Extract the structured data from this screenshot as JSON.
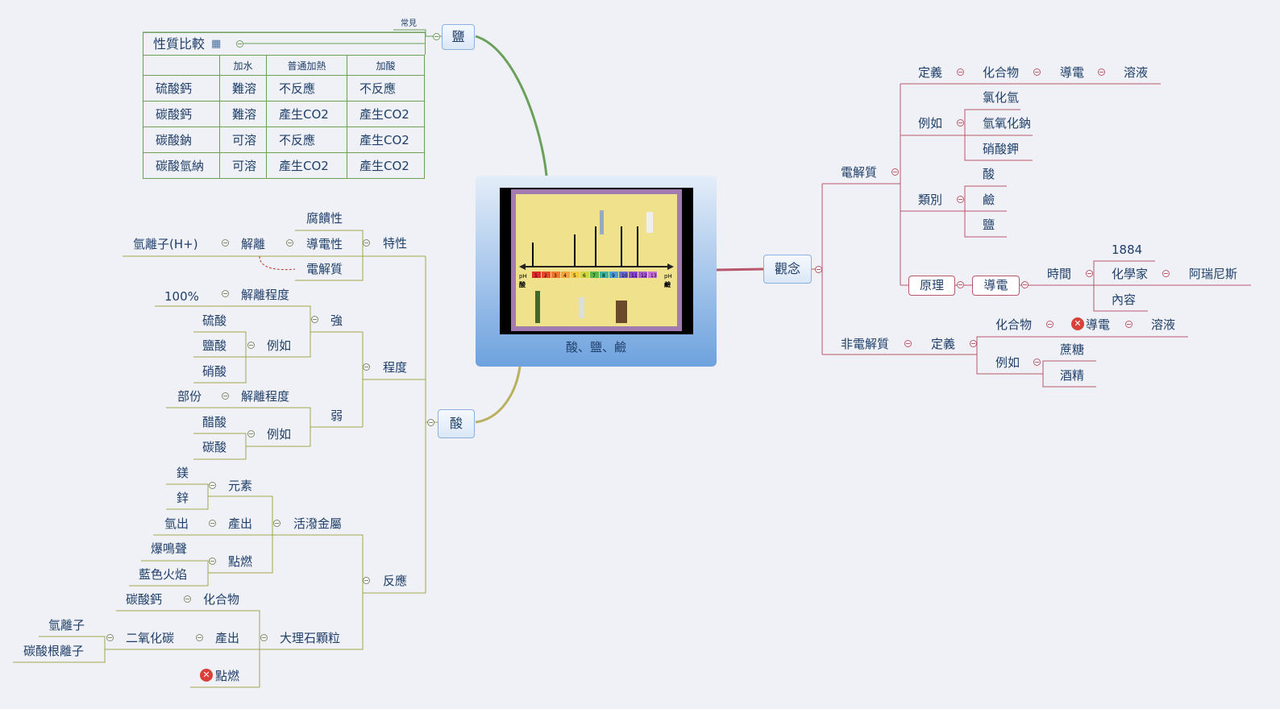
{
  "center": {
    "title": "酸、鹽、鹼"
  },
  "phcard": {
    "ph_left": "pH",
    "ph_right": "pH",
    "acid": "酸",
    "base": "鹼",
    "scale": [
      "1",
      "2",
      "3",
      "4",
      "5",
      "6",
      "7",
      "8",
      "9",
      "10",
      "11",
      "12",
      "13"
    ]
  },
  "salt": {
    "label": "鹽",
    "common": "常見",
    "table_title": "性質比較",
    "headers": [
      "",
      "加水",
      "普通加熱",
      "加酸"
    ],
    "rows": [
      [
        "硫酸鈣",
        "難溶",
        "不反應",
        "不反應"
      ],
      [
        "碳酸鈣",
        "難溶",
        "產生CO2",
        "產生CO2"
      ],
      [
        "碳酸鈉",
        "可溶",
        "不反應",
        "產生CO2"
      ],
      [
        "碳酸氫納",
        "可溶",
        "產生CO2",
        "產生CO2"
      ]
    ]
  },
  "acid": {
    "label": "酸",
    "properties": {
      "label": "特性",
      "corrosive": "腐饋性",
      "conductive": "導電性",
      "electrolyte": "電解質",
      "dissociation": "解離",
      "hydrogen_ion": "氫離子(H+)"
    },
    "degree": {
      "label": "程度",
      "strong": {
        "label": "強",
        "dissociation": "解離程度",
        "percent": "100%",
        "example": "例如",
        "items": [
          "硫酸",
          "鹽酸",
          "硝酸"
        ]
      },
      "weak": {
        "label": "弱",
        "dissociation": "解離程度",
        "part": "部份",
        "example": "例如",
        "items": [
          "醋酸",
          "碳酸"
        ]
      }
    },
    "reaction": {
      "label": "反應",
      "metal": {
        "label": "活潑金屬",
        "element": "元素",
        "elements": [
          "鎂",
          "鋅"
        ],
        "produce": "產出",
        "hydrogen": "氫出",
        "ignite": "點燃",
        "results": [
          "爆鳴聲",
          "藍色火焰"
        ]
      },
      "marble": {
        "label": "大理石顆粒",
        "compound": "化合物",
        "calcium": "碳酸鈣",
        "produce": "產出",
        "co2": "二氧化碳",
        "ions": [
          "氫離子",
          "碳酸根離子"
        ],
        "ignite": "點燃"
      }
    }
  },
  "concept": {
    "label": "觀念",
    "electrolyte": {
      "label": "電解質",
      "definition": {
        "label": "定義",
        "chain": [
          "化合物",
          "導電",
          "溶液"
        ]
      },
      "example": {
        "label": "例如",
        "items": [
          "氯化氫",
          "氫氧化鈉",
          "硝酸鉀"
        ]
      },
      "category": {
        "label": "類別",
        "items": [
          "酸",
          "鹼",
          "鹽"
        ]
      },
      "principle": {
        "label": "原理",
        "conduct": "導電",
        "time": "時間",
        "year": "1884",
        "chemist": "化學家",
        "name": "阿瑞尼斯",
        "content": "內容"
      }
    },
    "non_electrolyte": {
      "label": "非電解質",
      "definition": {
        "label": "定義",
        "chain": [
          "化合物",
          "導電",
          "溶液"
        ]
      },
      "example": {
        "label": "例如",
        "items": [
          "蔗糖",
          "酒精"
        ]
      }
    }
  },
  "colors": {
    "acid_line": "#b9b160",
    "salt_line": "#6aa05a",
    "concept_line": "#b9576a",
    "text": "#1f3f6a"
  }
}
